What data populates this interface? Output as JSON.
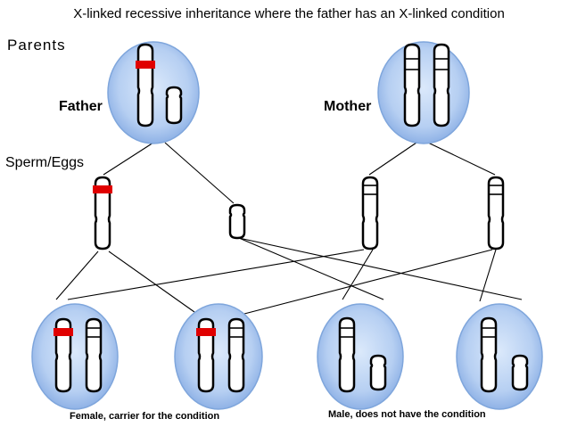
{
  "title": "X-linked recessive inheritance where the  father has an X-linked condition",
  "labels": {
    "parents": "Parents",
    "gametes": "Sperm/Eggs",
    "father": "Father",
    "mother": "Mother",
    "daughters_caption": "Female, carrier for the condition",
    "sons_caption": "Male, does not have the condition"
  },
  "colors": {
    "condition_band": "#e00000",
    "cell_fill_center": "#d8e8fb",
    "cell_fill_edge": "#8fb2e6",
    "cell_stroke": "#7fa6dc"
  }
}
